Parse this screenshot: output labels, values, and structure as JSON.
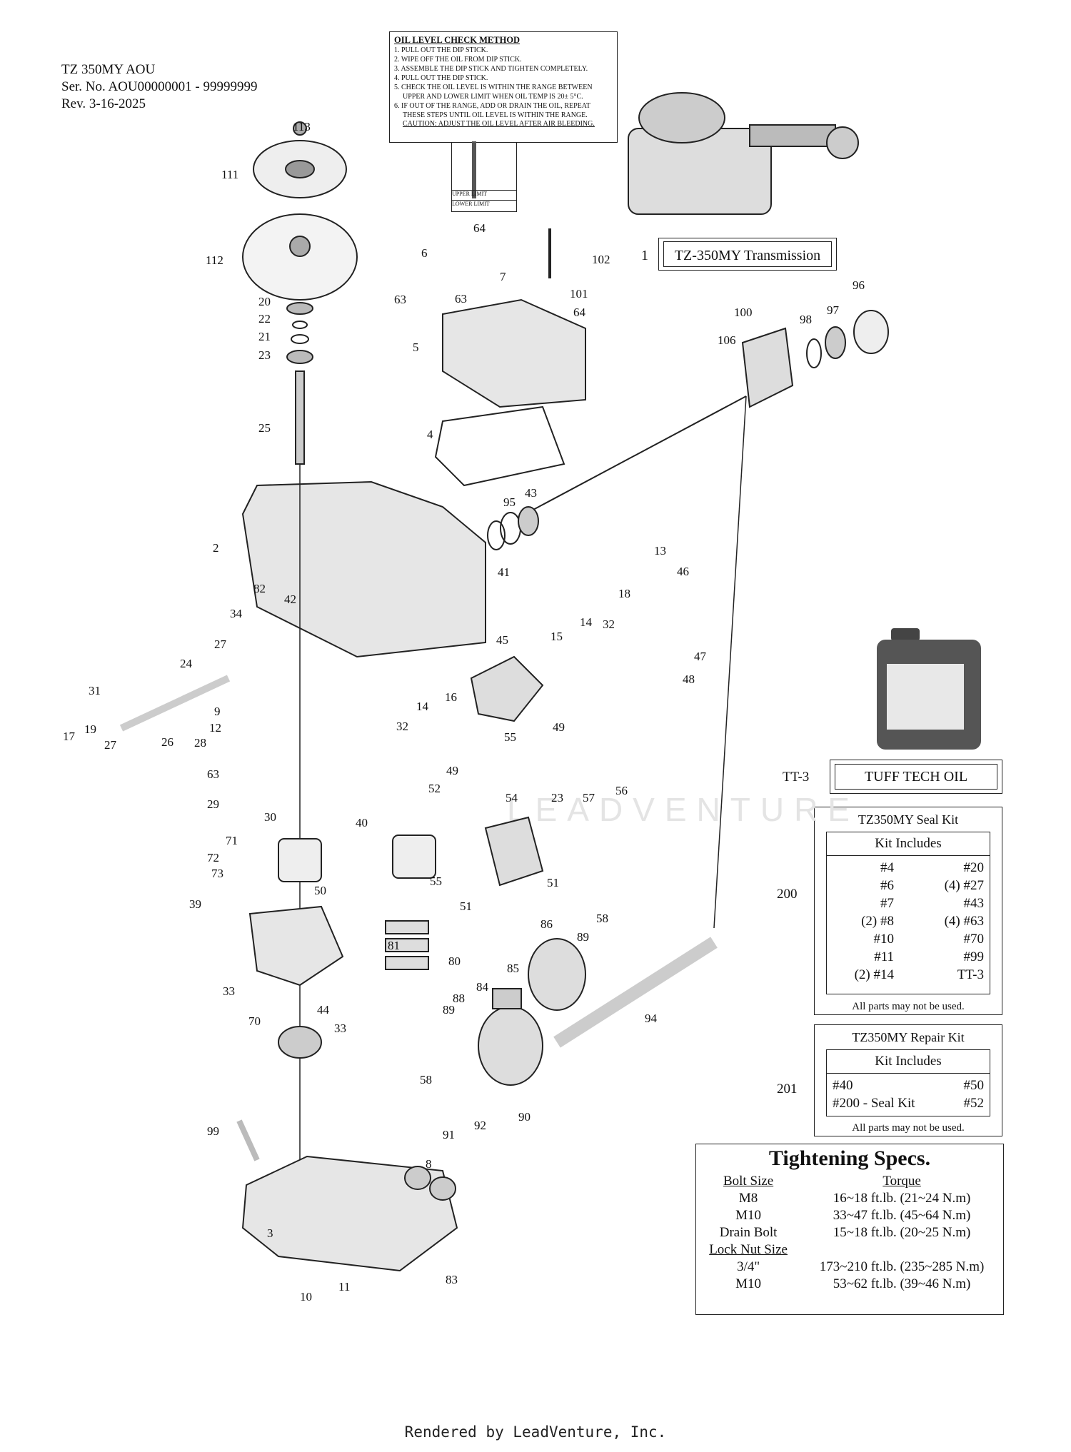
{
  "header": {
    "model": "TZ 350MY AOU",
    "serial": "Ser. No. AOU00000001 - 99999999",
    "rev": "Rev. 3-16-2025"
  },
  "oil_check": {
    "title": "OIL LEVEL CHECK METHOD",
    "steps": [
      "1. PULL OUT THE DIP STICK.",
      "2. WIPE OFF THE OIL FROM DIP STICK.",
      "3. ASSEMBLE THE DIP STICK AND TIGHTEN COMPLETELY.",
      "4. PULL OUT THE DIP STICK.",
      "5. CHECK THE OIL LEVEL IS WITHIN THE RANGE BETWEEN",
      "UPPER AND LOWER LIMIT WHEN OIL TEMP IS 20± 5°C.",
      "6. IF OUT OF THE RANGE, ADD OR DRAIN THE OIL, REPEAT",
      "THESE STEPS UNTIL OIL LEVEL IS WITHIN THE RANGE."
    ],
    "caution": "CAUTION: ADJUST THE OIL LEVEL AFTER AIR BLEEDING.",
    "upper": "UPPER LIMIT",
    "lower": "LOWER LIMIT"
  },
  "transmission": {
    "num": "1",
    "label": "TZ-350MY Transmission"
  },
  "oil_product": {
    "num": "TT-3",
    "label": "TUFF TECH OIL"
  },
  "seal_kit": {
    "num": "200",
    "title": "TZ350MY Seal Kit",
    "includes": "Kit Includes",
    "left": [
      "#4",
      "#6",
      "#7",
      "(2) #8",
      "#10",
      "#11",
      "(2) #14"
    ],
    "right": [
      "#20",
      "(4) #27",
      "#43",
      "(4) #63",
      "#70",
      "#99",
      "TT-3"
    ],
    "note": "All parts may not be used."
  },
  "repair_kit": {
    "num": "201",
    "title": "TZ350MY Repair Kit",
    "includes": "Kit Includes",
    "left": [
      "#40",
      "#200 - Seal Kit"
    ],
    "right": [
      "#50",
      "#52"
    ],
    "note": "All parts may not be used."
  },
  "specs": {
    "title": "Tightening Specs.",
    "bolt_head": "Bolt Size",
    "torque_head": "Torque",
    "rows": [
      {
        "size": "M8",
        "torque": "16~18 ft.lb. (21~24 N.m)"
      },
      {
        "size": "M10",
        "torque": "33~47 ft.lb. (45~64 N.m)"
      },
      {
        "size": "Drain Bolt",
        "torque": "15~18 ft.lb. (20~25 N.m)"
      }
    ],
    "nut_head": "Lock Nut Size",
    "nut_rows": [
      {
        "size": "3/4\"",
        "torque": "173~210 ft.lb. (235~285 N.m)"
      },
      {
        "size": "M10",
        "torque": "53~62 ft.lb. (39~46 N.m)"
      }
    ]
  },
  "callouts": [
    "113",
    "111",
    "112",
    "20",
    "22",
    "21",
    "23",
    "25",
    "2",
    "82",
    "42",
    "34",
    "27",
    "24",
    "31",
    "19",
    "17",
    "27",
    "26",
    "9",
    "12",
    "28",
    "63",
    "29",
    "30",
    "40",
    "71",
    "72",
    "73",
    "39",
    "50",
    "33",
    "44",
    "33",
    "70",
    "99",
    "3",
    "10",
    "11",
    "83",
    "6",
    "63",
    "63",
    "64",
    "7",
    "102",
    "101",
    "64",
    "5",
    "4",
    "43",
    "95",
    "41",
    "100",
    "106",
    "98",
    "97",
    "96",
    "13",
    "46",
    "18",
    "32",
    "14",
    "47",
    "48",
    "45",
    "15",
    "16",
    "14",
    "32",
    "49",
    "55",
    "49",
    "52",
    "54",
    "23",
    "57",
    "56",
    "55",
    "51",
    "51",
    "86",
    "89",
    "58",
    "80",
    "81",
    "84",
    "85",
    "88",
    "89",
    "58",
    "94",
    "90",
    "91",
    "92",
    "8"
  ],
  "watermark": "LEADVENTURE",
  "footer": "Rendered by LeadVenture, Inc."
}
